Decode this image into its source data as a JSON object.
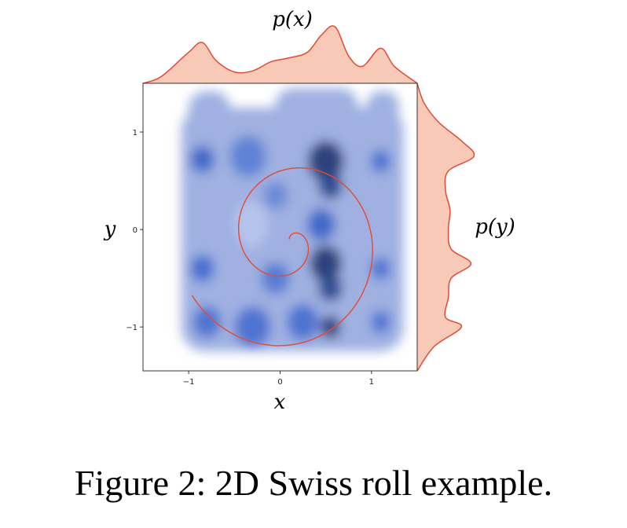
{
  "caption": "Figure 2: 2D Swiss roll example.",
  "chart_data": {
    "type": "heatmap",
    "subtype": "density contour with marginal distributions",
    "title": "",
    "xlabel": "x",
    "ylabel": "y",
    "top_marginal_label": "p(x)",
    "right_marginal_label": "p(y)",
    "x_ticks": [
      "−1",
      "0",
      "1"
    ],
    "y_ticks": [
      "1",
      "0",
      "−1"
    ],
    "xlim": [
      -1.5,
      1.5
    ],
    "ylim": [
      -1.45,
      1.5
    ],
    "colors": {
      "density_low": "#9fb0e1",
      "density_high": "#233a73",
      "curve": "#e24a33",
      "marginal_fill": "#f9c9b8",
      "marginal_line": "#e24a33"
    },
    "density_blobs": [
      {
        "x": -0.85,
        "y": 0.72,
        "w": 0.12,
        "level": 0.55
      },
      {
        "x": -0.85,
        "y": -0.4,
        "w": 0.12,
        "level": 0.5
      },
      {
        "x": -0.8,
        "y": -0.95,
        "w": 0.14,
        "level": 0.45
      },
      {
        "x": -0.3,
        "y": -1.0,
        "w": 0.18,
        "level": 0.45
      },
      {
        "x": 0.55,
        "y": -1.0,
        "w": 0.1,
        "level": 1.0
      },
      {
        "x": 0.25,
        "y": -0.95,
        "w": 0.16,
        "level": 0.45
      },
      {
        "x": 1.1,
        "y": -0.95,
        "w": 0.1,
        "level": 0.45
      },
      {
        "x": 1.1,
        "y": -0.4,
        "w": 0.1,
        "level": 0.45
      },
      {
        "x": 1.1,
        "y": 0.7,
        "w": 0.1,
        "level": 0.45
      },
      {
        "x": -0.35,
        "y": 0.75,
        "w": 0.18,
        "level": 0.35
      },
      {
        "x": 0.5,
        "y": 0.7,
        "w": 0.18,
        "level": 1.0
      },
      {
        "x": 0.55,
        "y": 0.45,
        "w": 0.12,
        "level": 0.85
      },
      {
        "x": 0.5,
        "y": -0.35,
        "w": 0.16,
        "level": 1.0
      },
      {
        "x": 0.55,
        "y": -0.6,
        "w": 0.12,
        "level": 0.85
      },
      {
        "x": 0.45,
        "y": 0.05,
        "w": 0.14,
        "level": 0.55
      },
      {
        "x": -0.05,
        "y": -0.5,
        "w": 0.14,
        "level": 0.4
      },
      {
        "x": -0.05,
        "y": 0.35,
        "w": 0.12,
        "level": 0.3
      },
      {
        "x": -0.35,
        "y": 0.0,
        "w": 0.16,
        "level": 0.1
      }
    ],
    "spiral": {
      "theta_start": 0.0,
      "theta_end": 10.5,
      "r_max": 1.55,
      "center": [
        0.1,
        -0.1
      ]
    },
    "marginal_x": {
      "x": [
        -1.5,
        -1.3,
        -1.0,
        -0.85,
        -0.7,
        -0.5,
        -0.3,
        -0.1,
        0.1,
        0.3,
        0.45,
        0.6,
        0.75,
        0.9,
        1.1,
        1.25,
        1.5
      ],
      "density": [
        0.0,
        0.12,
        0.55,
        0.72,
        0.4,
        0.2,
        0.22,
        0.38,
        0.45,
        0.55,
        0.85,
        1.0,
        0.48,
        0.3,
        0.62,
        0.3,
        0.0
      ]
    },
    "marginal_y": {
      "y": [
        1.5,
        1.3,
        1.1,
        0.9,
        0.75,
        0.6,
        0.4,
        0.2,
        0.0,
        -0.2,
        -0.35,
        -0.5,
        -0.7,
        -0.9,
        -1.0,
        -1.2,
        -1.45
      ],
      "density": [
        0.0,
        0.12,
        0.38,
        0.8,
        1.0,
        0.55,
        0.5,
        0.58,
        0.55,
        0.6,
        0.95,
        0.6,
        0.55,
        0.5,
        0.78,
        0.3,
        0.0
      ]
    }
  }
}
